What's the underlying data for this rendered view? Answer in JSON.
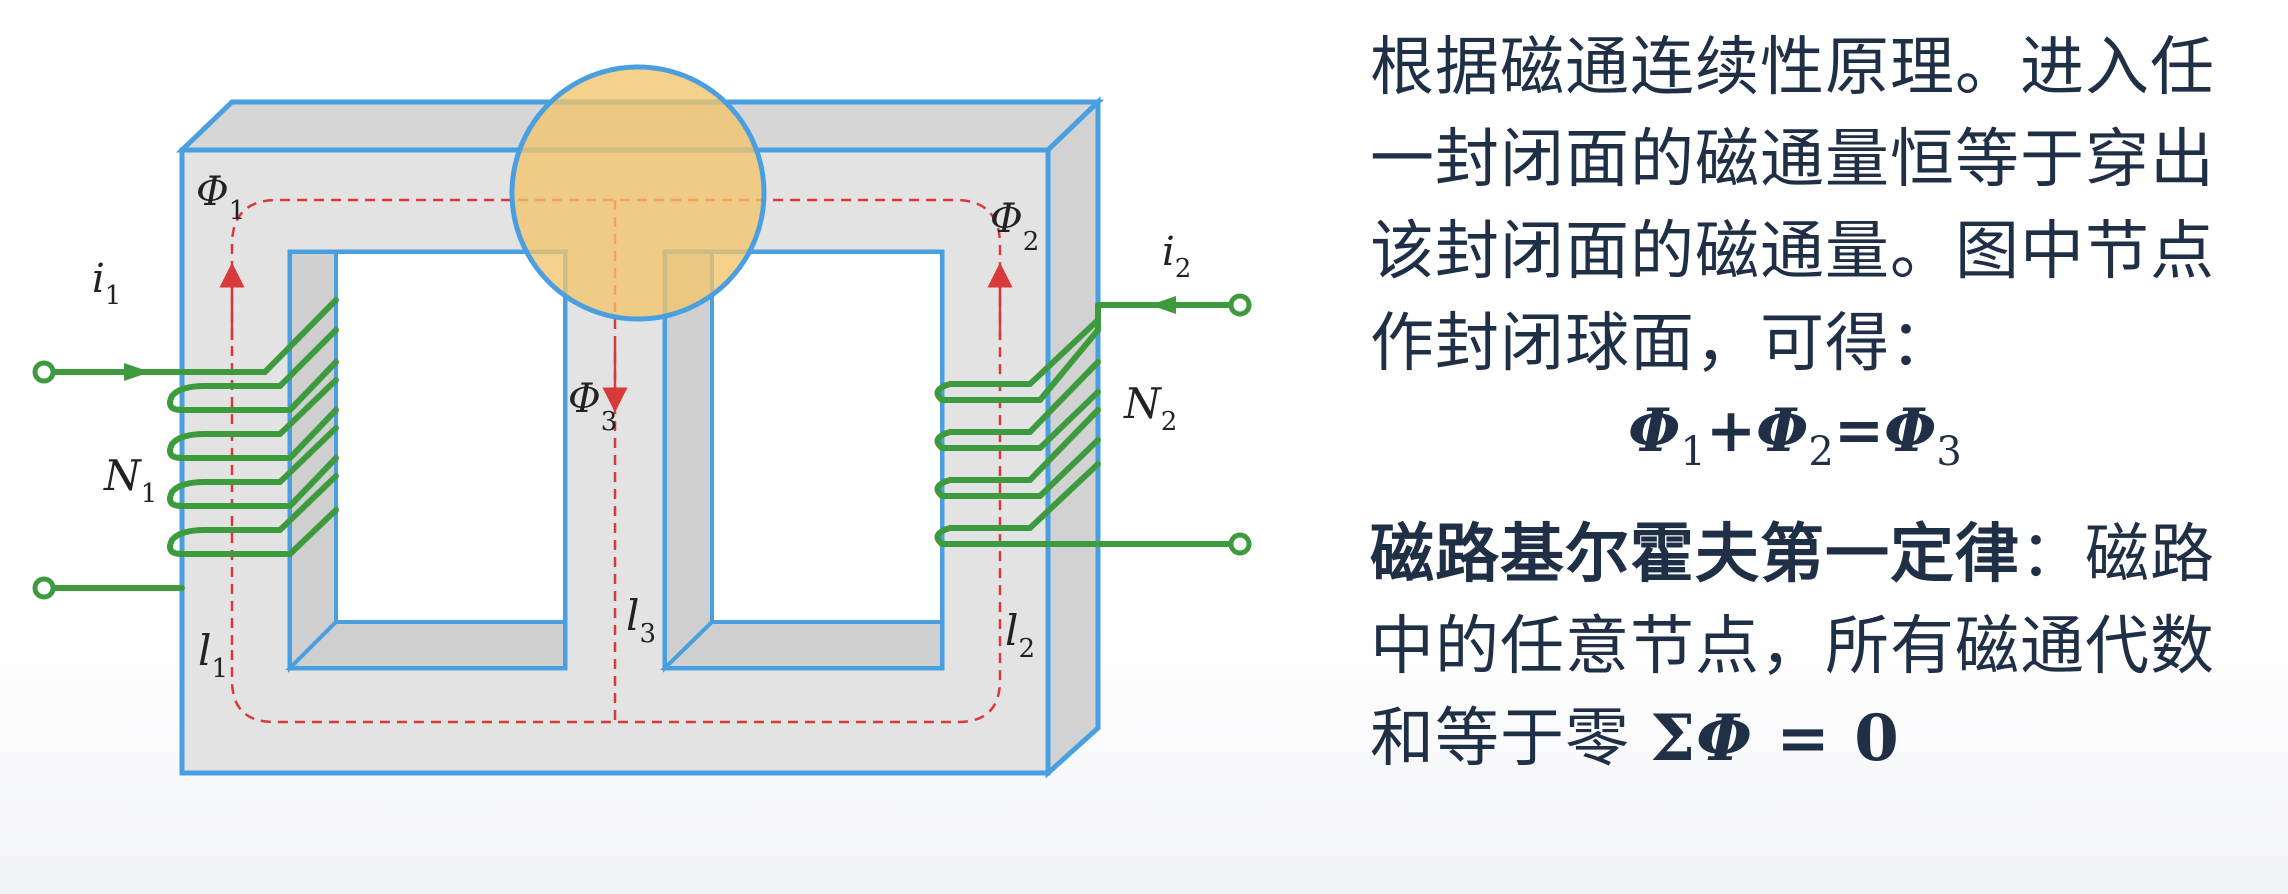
{
  "diagram": {
    "labels": {
      "phi1": "Φ",
      "phi1_sub": "1",
      "phi2": "Φ",
      "phi2_sub": "2",
      "phi3": "Φ",
      "phi3_sub": "3",
      "i1": "i",
      "i1_sub": "1",
      "i2": "i",
      "i2_sub": "2",
      "n1": "N",
      "n1_sub": "1",
      "n2": "N",
      "n2_sub": "2",
      "l1": "l",
      "l1_sub": "1",
      "l2": "l",
      "l2_sub": "2",
      "l3": "l",
      "l3_sub": "3"
    },
    "colors": {
      "core_face": "#e3e3e3",
      "core_edge": "#4a9fe0",
      "coil": "#3d9a3d",
      "flux_path": "#d83a3a",
      "node_highlight": "#f2c46a"
    }
  },
  "text": {
    "paragraph1": "根据磁通连续性原理。进入任一封闭面的磁通量恒等于穿出该封闭面的磁通量。图中节点作封闭球面，可得：",
    "formula": {
      "phi": "Φ",
      "s1": "1",
      "plus": "+",
      "s2": "2",
      "eq": "=",
      "s3": "3"
    },
    "law_title": "磁路基尔霍夫第一定律",
    "law_colon": "：磁路中的任意节点，所有磁通代数和等于零",
    "law_formula": {
      "sigma": "Σ",
      "phi": "Φ",
      "rest": " = 0"
    }
  }
}
